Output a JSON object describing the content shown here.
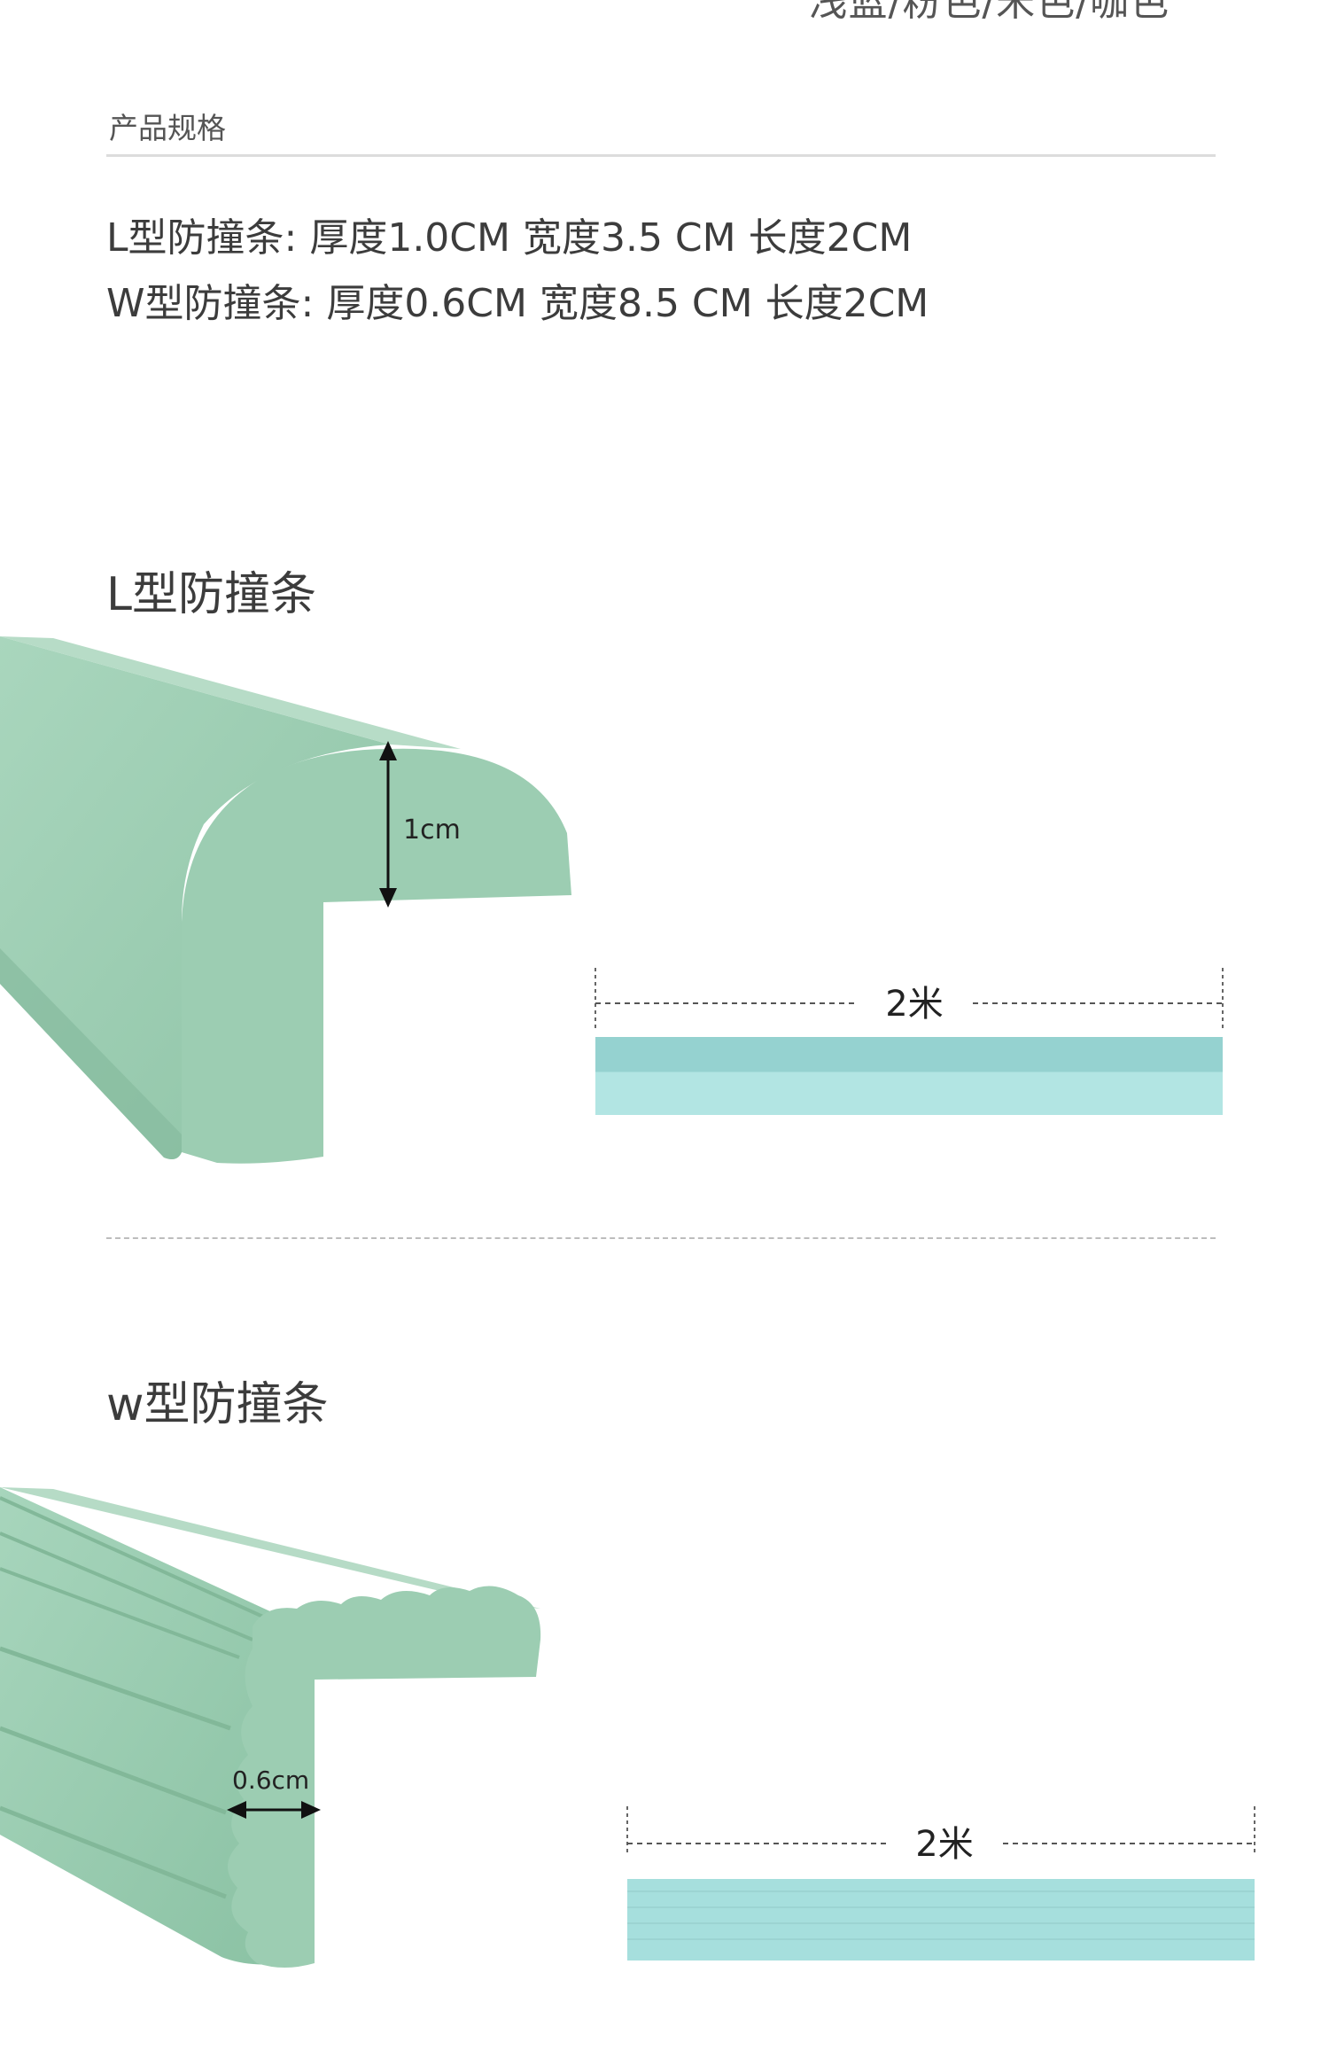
{
  "header": {
    "partial_colors_text": "浅蓝/粉色/米色/咖色"
  },
  "spec": {
    "label": "产品规格",
    "line_l": "L型防撞条: 厚度1.0CM 宽度3.5 CM 长度2CM",
    "line_w": "W型防撞条: 厚度0.6CM 宽度8.5 CM 长度2CM"
  },
  "l_section": {
    "title": "L型防撞条",
    "thickness_label": "1cm",
    "length_label": "2米"
  },
  "w_section": {
    "title": "w型防撞条",
    "thickness_label": "0.6cm",
    "length_label": "2米"
  },
  "colors": {
    "strip_green": "#9fcfb5",
    "strip_green_light": "#b5dcc6",
    "strip_shadow": "#84b89c",
    "bar_top": "#95d2d0",
    "bar_bottom": "#b2e5e3"
  }
}
